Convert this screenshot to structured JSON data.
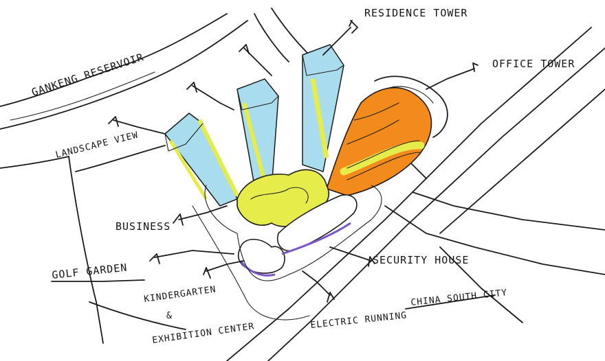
{
  "labels": {
    "residence_tower": "RESIDENCE TOWER",
    "office_tower": "OFFICE TOWER",
    "reservoir": "GANKENG RESERVOIR",
    "landscape_view": "LANDSCAPE VIEW",
    "business": "BUSINESS",
    "golf_garden": "GOLF GARDEN",
    "kindergarten_line1": "KINDERGARTEN",
    "kindergarten_line2": "&",
    "kindergarten_line3": "EXHIBITION CENTER",
    "security_house": "SECURITY HOUSE",
    "electric_running": "ELECTRIC RUNNING",
    "china_south_city": "CHINA SOUTH CITY"
  },
  "colors": {
    "tower_blue": "#a9dcec",
    "accent_yellow": "#e6ec4a",
    "office_orange": "#f28a1c",
    "violet_outline": "#7b55c9",
    "ink": "#1a1a1a"
  }
}
